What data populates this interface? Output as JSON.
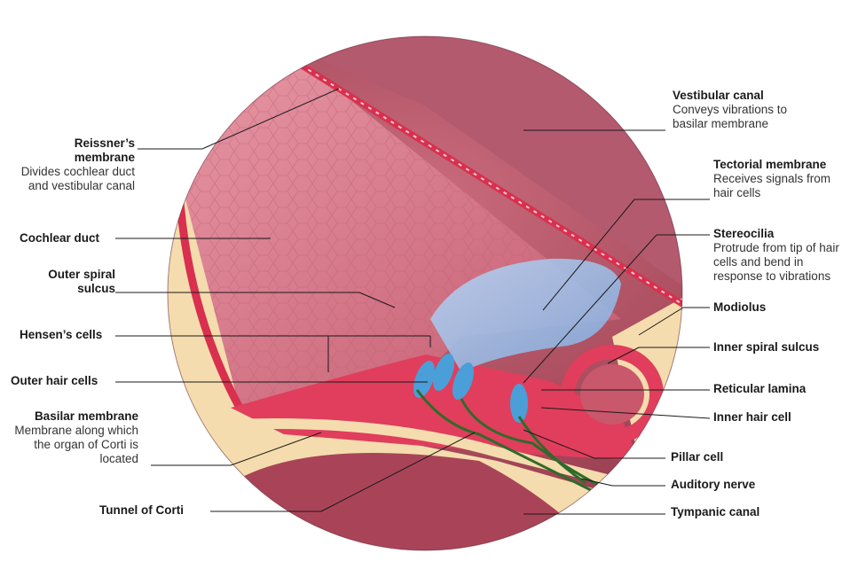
{
  "labels": {
    "reissner_title": "Reissner’s membrane",
    "reissner_desc": "Divides cochlear duct and vestibular canal",
    "cochlear_duct": "Cochlear duct",
    "outer_spiral_sulcus": "Outer spiral sulcus",
    "hensens_cells": "Hensen’s cells",
    "outer_hair_cells": "Outer hair cells",
    "basilar_title": "Basilar membrane",
    "basilar_desc": "Membrane along which the organ of Corti is located",
    "tunnel_of_corti": "Tunnel of Corti",
    "vestibular_title": "Vestibular canal",
    "vestibular_desc": "Conveys vibrations to basilar membrane",
    "tectorial_title": "Tectorial membrane",
    "tectorial_desc": "Receives signals from hair cells",
    "stereocilia_title": "Stereocilia",
    "stereocilia_desc": "Protrude from tip of hair cells and bend in response to vibrations",
    "modiolus": "Modiolus",
    "inner_spiral_sulcus": "Inner spiral sulcus",
    "reticular_lamina": "Reticular lamina",
    "inner_hair_cell": "Inner hair cell",
    "pillar_cell": "Pillar cell",
    "auditory_nerve": "Auditory nerve",
    "tympanic_canal": "Tympanic canal"
  },
  "colors": {
    "tissue": "#b24a5f",
    "tissue_light": "#d98090",
    "bone": "#f4dcae",
    "membrane_red": "#d8304e",
    "tectorial_blue": "#9fc4ee",
    "hair_cell_blue": "#4a9fd8",
    "nerve_green": "#2e6b2a",
    "leader_line": "#1a1a1a"
  }
}
